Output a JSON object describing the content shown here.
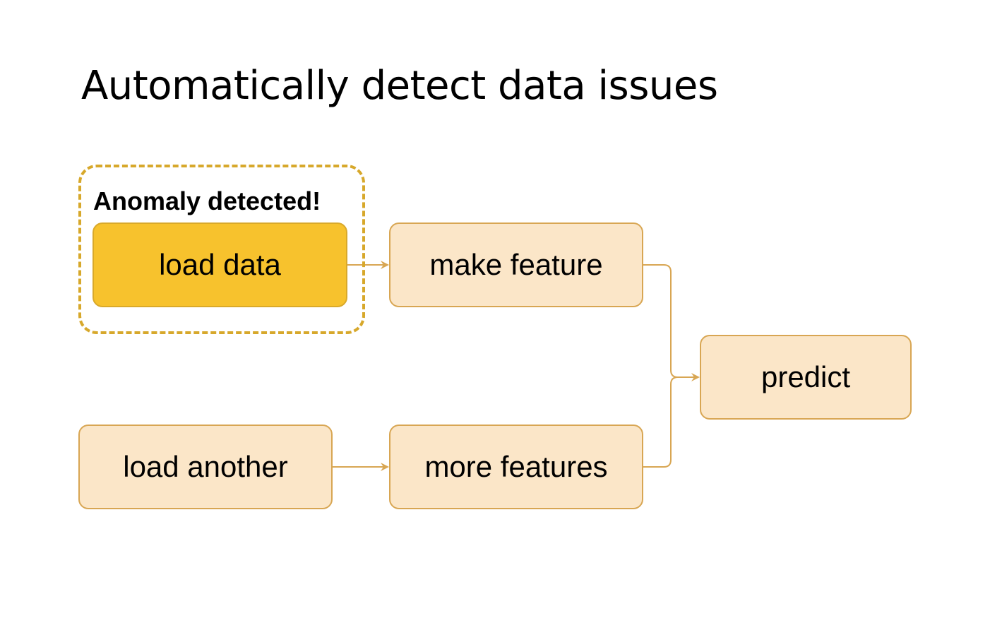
{
  "title": "Automatically detect data issues",
  "anomaly": {
    "label": "Anomaly detected!"
  },
  "nodes": {
    "load_data": "load data",
    "make_feature": "make feature",
    "predict": "predict",
    "load_another": "load another",
    "more_features": "more features"
  },
  "colors": {
    "node_fill": "#fbe6c8",
    "node_border": "#d8a653",
    "highlight_fill": "#f7c22d",
    "anomaly_border": "#d7a82b",
    "edge": "#d8a653"
  }
}
